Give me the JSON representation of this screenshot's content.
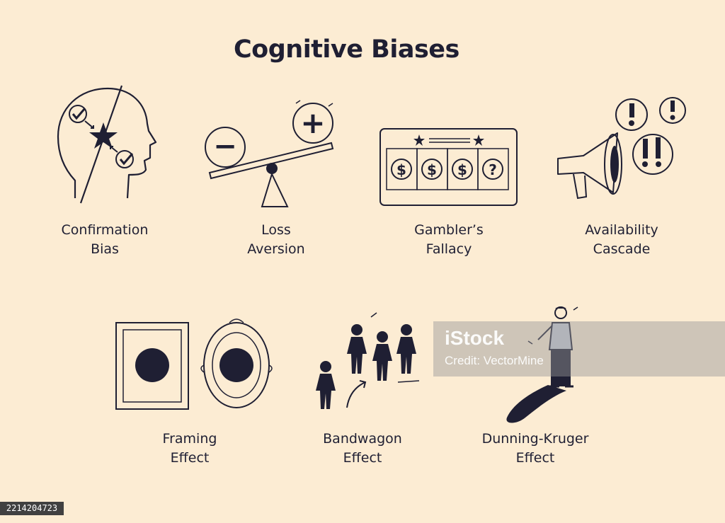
{
  "title": "Cognitive Biases",
  "biases": [
    {
      "line1": "Confirmation",
      "line2": "Bias"
    },
    {
      "line1": "Loss",
      "line2": "Aversion"
    },
    {
      "line1": "Gambler’s",
      "line2": "Fallacy"
    },
    {
      "line1": "Availability",
      "line2": "Cascade"
    },
    {
      "line1": "Framing",
      "line2": "Effect"
    },
    {
      "line1": "Bandwagon",
      "line2": "Effect"
    },
    {
      "line1": "Dunning-Kruger",
      "line2": "Effect"
    }
  ],
  "loss_symbols": {
    "minus": "−",
    "plus": "+"
  },
  "slot_symbols": [
    "$",
    "$",
    "$",
    "?"
  ],
  "watermark": {
    "brand": "iStock",
    "credit": "Credit: VectorMine"
  },
  "image_id": "2214204723",
  "colors": {
    "background": "#fcecd3",
    "ink": "#1f1f33"
  }
}
